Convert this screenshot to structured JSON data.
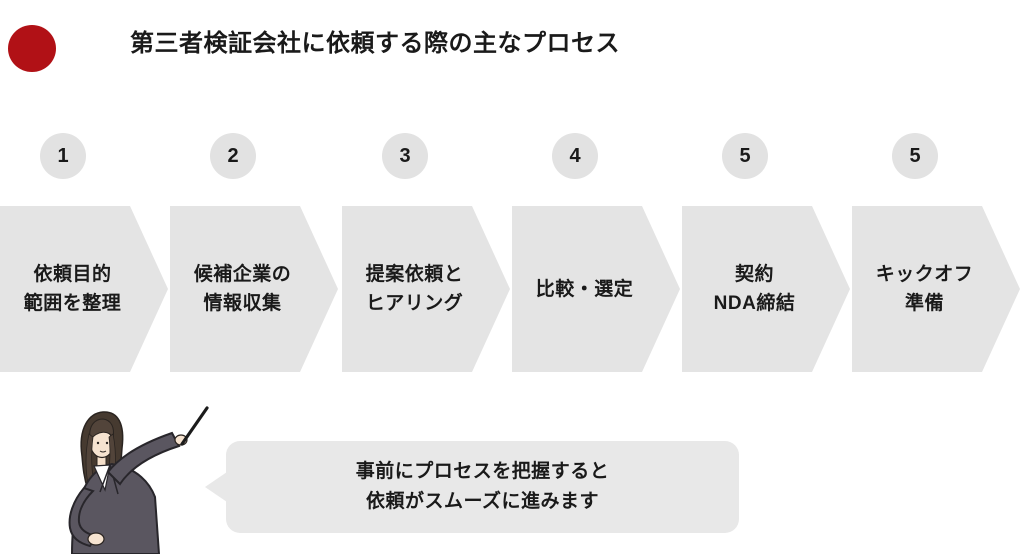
{
  "page": {
    "background": "#ffffff",
    "accent_red": "#b11116",
    "shape_gray": "#e4e4e4",
    "badge_gray": "#e2e2e2",
    "bubble_gray": "#e8e8e8",
    "text_color": "#1a1a1a"
  },
  "header": {
    "bullet_icon": "red-dot-icon",
    "title": "第三者検証会社に依頼する際の主なプロセス"
  },
  "process": {
    "steps": [
      {
        "number": "1",
        "label_lines": [
          "依頼目的",
          "範囲を整理"
        ]
      },
      {
        "number": "2",
        "label_lines": [
          "候補企業の",
          "情報収集"
        ]
      },
      {
        "number": "3",
        "label_lines": [
          "提案依頼と",
          "ヒアリング"
        ]
      },
      {
        "number": "4",
        "label_lines": [
          "比較・選定"
        ]
      },
      {
        "number": "5",
        "label_lines": [
          "契約",
          "NDA締結"
        ]
      },
      {
        "number": "5",
        "label_lines": [
          "キックオフ",
          "準備"
        ]
      }
    ]
  },
  "callout": {
    "speaker_illustration": "business-woman-pointing",
    "line1": "事前にプロセスを把握すると",
    "line2": "依頼がスムーズに進みます"
  }
}
